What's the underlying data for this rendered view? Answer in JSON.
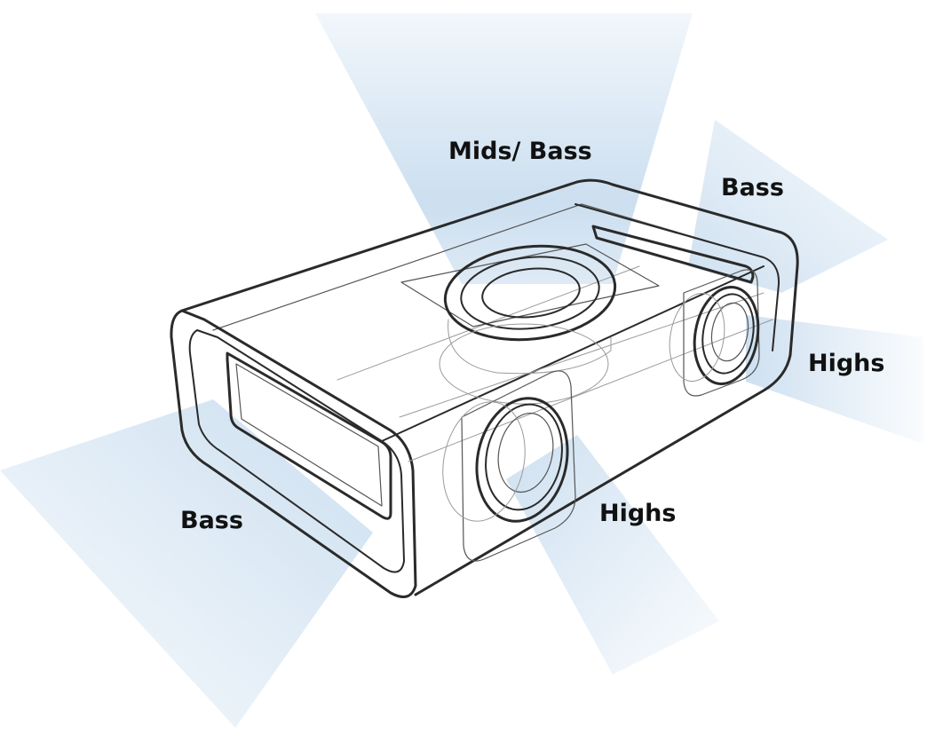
{
  "labels": {
    "mids_bass": "Mids/ Bass",
    "bass_right": "Bass",
    "highs_right": "Highs",
    "highs_front": "Highs",
    "bass_left": "Bass"
  },
  "colors": {
    "beam": "#c9ddef",
    "outline": "#2a2a2a",
    "label": "#111111",
    "background": "#ffffff"
  }
}
